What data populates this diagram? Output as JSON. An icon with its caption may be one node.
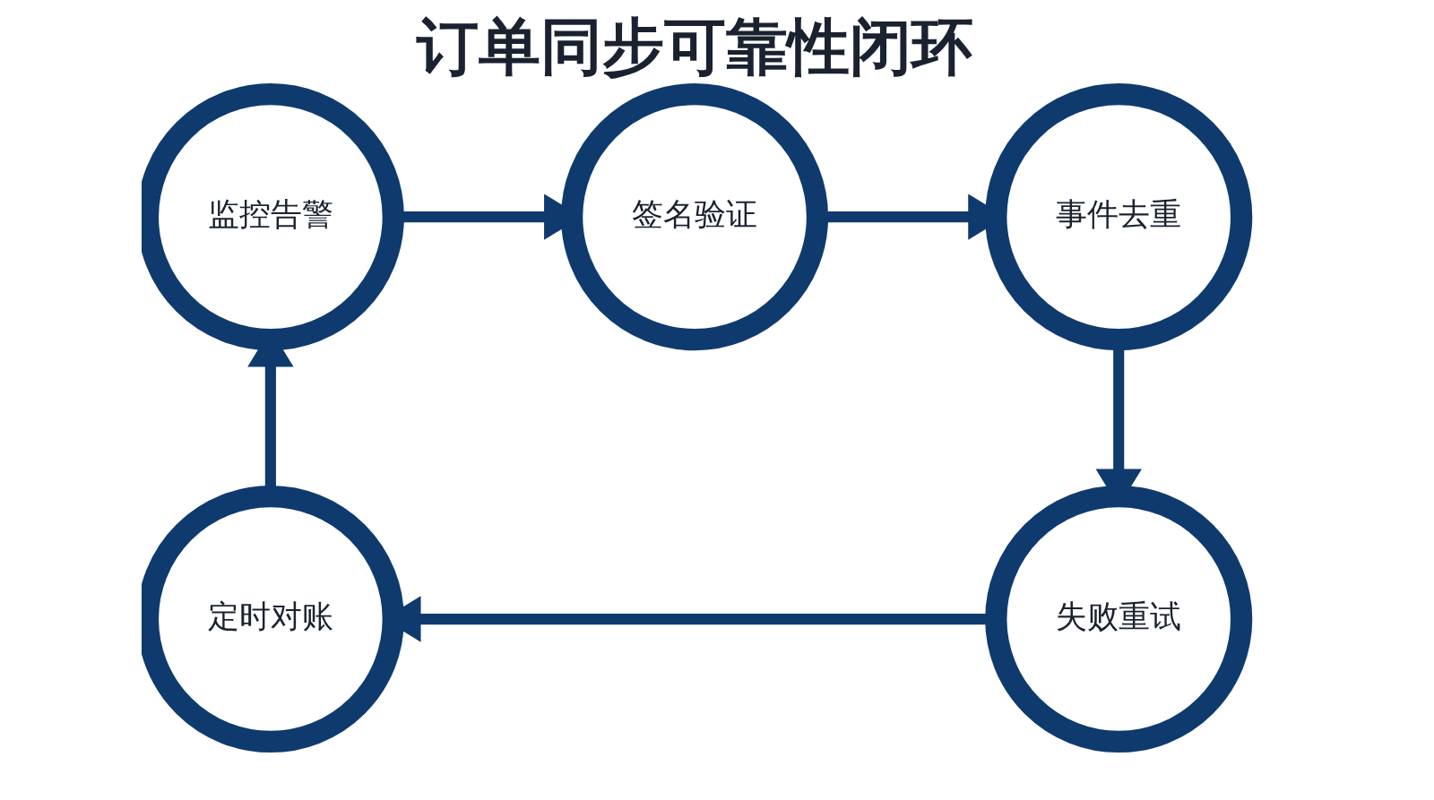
{
  "diagram": {
    "title": "订单同步可靠性闭环",
    "nodes": [
      {
        "text": [
          "监控告警"
        ]
      },
      {
        "text": [
          "签名验证"
        ]
      },
      {
        "text": [
          "事件去重"
        ]
      },
      {
        "text": [
          "失败重试"
        ]
      },
      {
        "text": [
          "定时对账"
        ]
      }
    ],
    "edges": [
      {
        "from": 0,
        "to": 1,
        "arrow": "to"
      },
      {
        "from": 1,
        "to": 2,
        "arrow": "to"
      },
      {
        "from": 2,
        "to": 3,
        "arrow": "to"
      },
      {
        "from": 3,
        "to": 4,
        "arrow": "to"
      },
      {
        "from": 4,
        "to": 0,
        "arrow": "to"
      }
    ]
  }
}
